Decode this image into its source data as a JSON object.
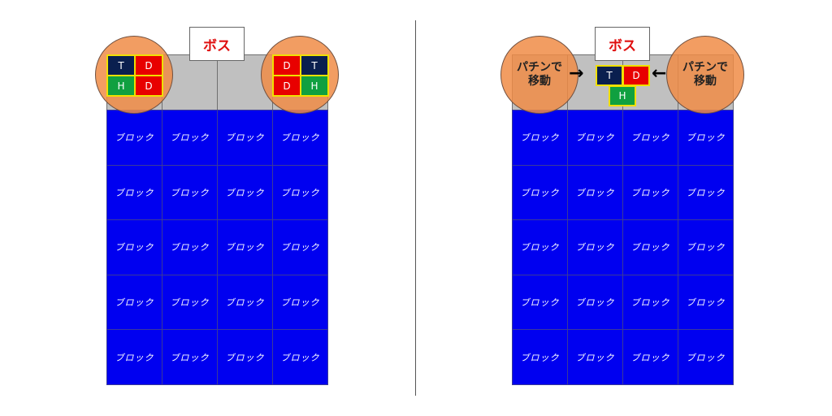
{
  "boss_label": "ボス",
  "block_label": "ブロック",
  "grid": {
    "columns": 4,
    "rows": 5
  },
  "left": {
    "left_group": [
      {
        "role": "T",
        "color": "#0a1f4f"
      },
      {
        "role": "D",
        "color": "#e80000"
      },
      {
        "role": "H",
        "color": "#10a040"
      },
      {
        "role": "D",
        "color": "#e80000"
      }
    ],
    "right_group": [
      {
        "role": "D",
        "color": "#e80000"
      },
      {
        "role": "T",
        "color": "#0a1f4f"
      },
      {
        "role": "D",
        "color": "#e80000"
      },
      {
        "role": "H",
        "color": "#10a040"
      }
    ]
  },
  "right": {
    "move_label_line1": "パチンで",
    "move_label_line2": "移動",
    "arrow_left": "→",
    "arrow_right": "←",
    "stack": [
      {
        "role": "T",
        "color": "#0a1f4f"
      },
      {
        "role": "D",
        "color": "#e80000"
      },
      {
        "role": "H",
        "color": "#10a040"
      }
    ]
  }
}
